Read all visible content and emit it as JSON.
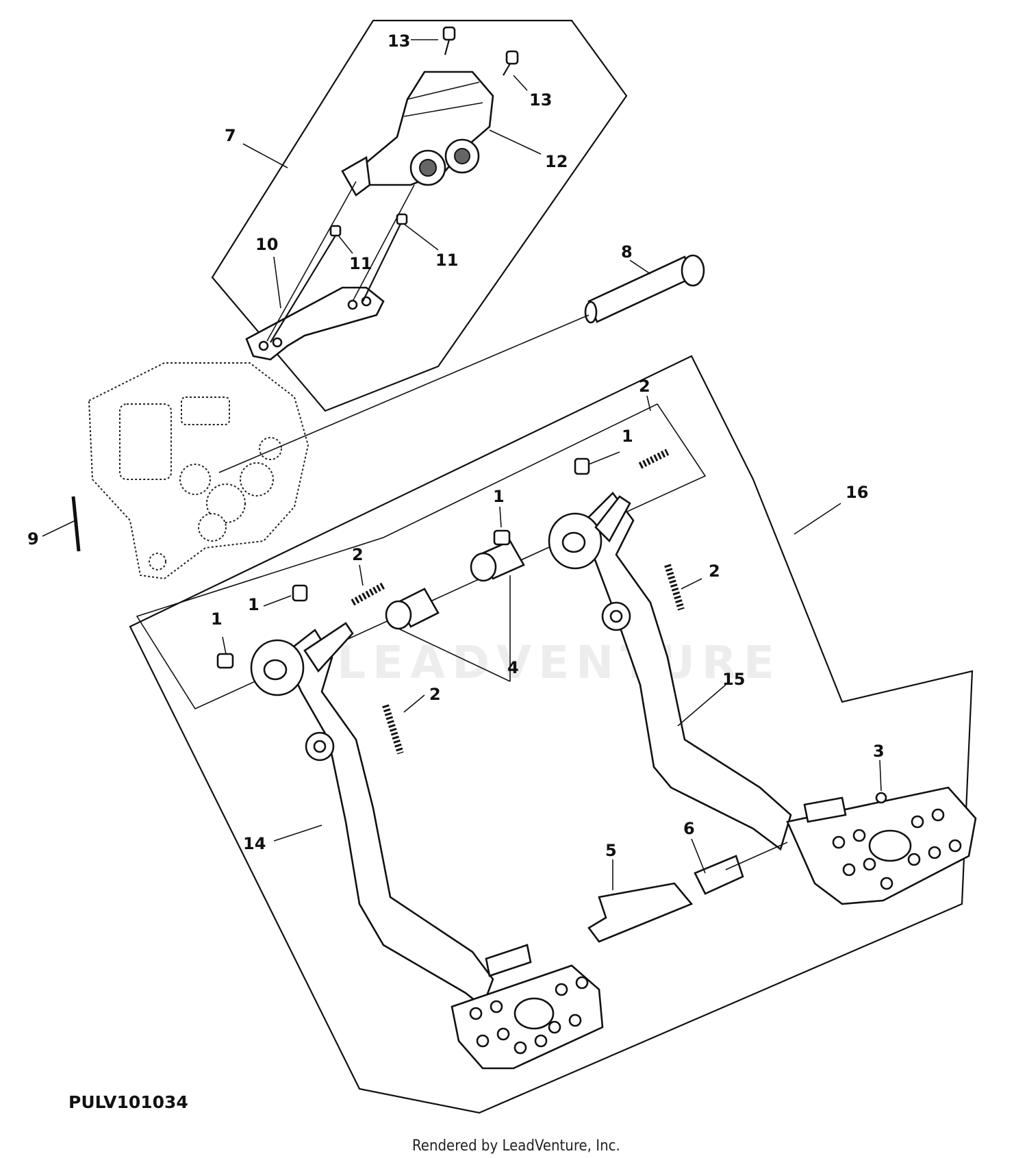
{
  "figure_id": "PULV101034",
  "credit": "Rendered by LeadVenture, Inc.",
  "watermark": "LEADVENTURE",
  "callouts": {
    "c13a": "13",
    "c13b": "13",
    "c12": "12",
    "c7": "7",
    "c10": "10",
    "c11a": "11",
    "c11b": "11",
    "c8": "8",
    "c9": "9",
    "c16": "16",
    "c2a": "2",
    "c1a": "1",
    "c1b": "1",
    "c2b": "2",
    "c2c": "2",
    "c1c": "1",
    "c1d": "1",
    "c4": "4",
    "c2d": "2",
    "c15": "15",
    "c3": "3",
    "c14": "14",
    "c5": "5",
    "c6": "6"
  }
}
